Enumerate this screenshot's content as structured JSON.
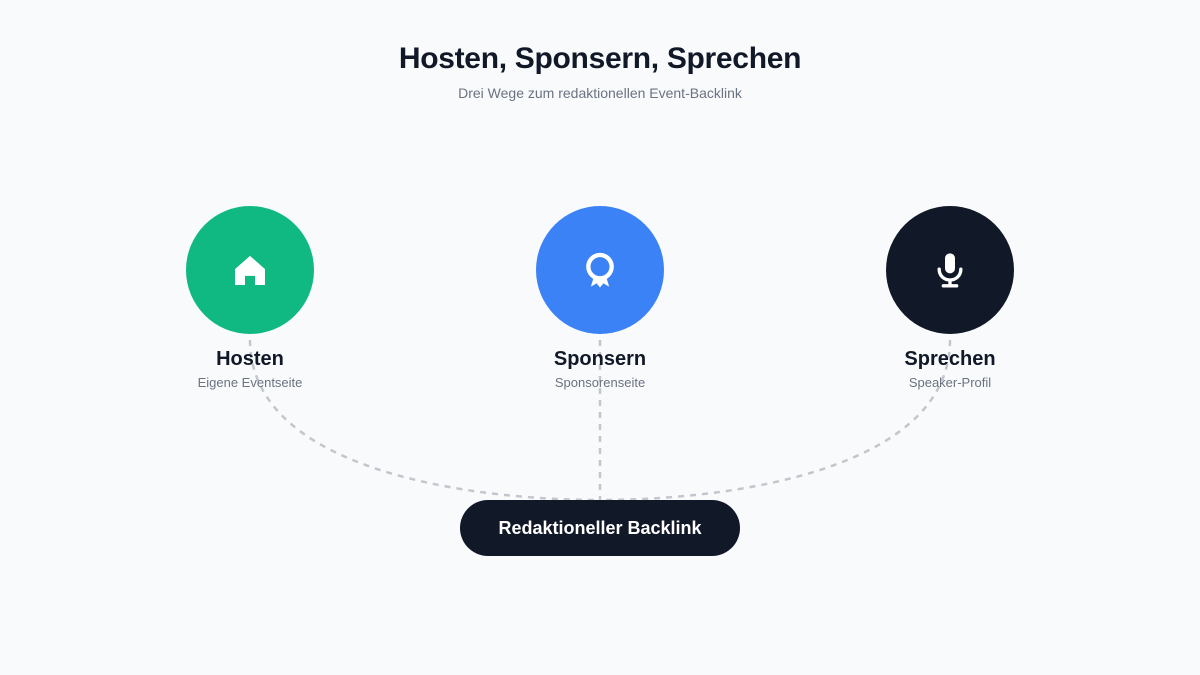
{
  "header": {
    "title": "Hosten, Sponsern, Sprechen",
    "subtitle": "Drei Wege zum redaktionellen Event-Backlink"
  },
  "nodes": [
    {
      "label": "Hosten",
      "sublabel": "Eigene Eventseite",
      "icon": "home-icon",
      "color": "#10b981"
    },
    {
      "label": "Sponsern",
      "sublabel": "Sponsorenseite",
      "icon": "award-icon",
      "color": "#3b82f6"
    },
    {
      "label": "Sprechen",
      "sublabel": "Speaker-Profil",
      "icon": "microphone-icon",
      "color": "#111827"
    }
  ],
  "target": {
    "label": "Redaktioneller Backlink",
    "color": "#111827"
  },
  "colors": {
    "background": "#f8fafc",
    "connector": "#c3c7cd"
  }
}
